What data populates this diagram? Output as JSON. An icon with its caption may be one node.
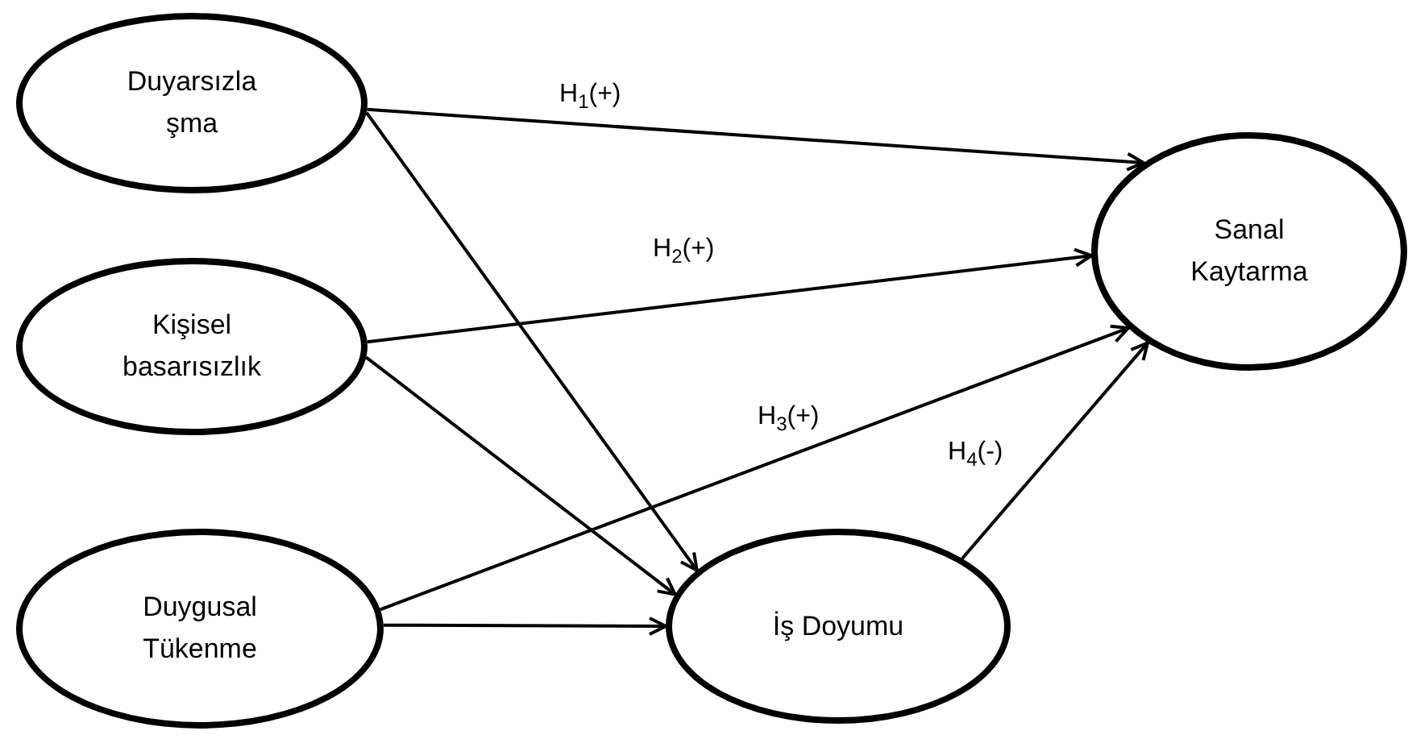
{
  "diagram": {
    "nodes": [
      {
        "text": [
          "Duyarsızla şma"
        ]
      },
      {
        "text": [
          "Kişisel basarısızlık"
        ]
      },
      {
        "text": [
          "Duygusal Tükenme"
        ]
      },
      {
        "text": [
          "Sanal Kaytarma"
        ]
      },
      {
        "text": [
          "İş Doyumu"
        ]
      }
    ],
    "edges": [
      {
        "from": 0,
        "to": 3,
        "arrow": "to",
        "label": "H$_{1}$(+)"
      },
      {
        "from": 1,
        "to": 3,
        "arrow": "to",
        "label": "H$_{2}$(+)"
      },
      {
        "from": 2,
        "to": 3,
        "arrow": "to",
        "label": "H$_{3}$(+)"
      },
      {
        "from": 4,
        "to": 3,
        "arrow": "to",
        "label": "H$_{4}$(-)"
      },
      {
        "from": 0,
        "to": 4,
        "arrow": "to"
      },
      {
        "from": 1,
        "to": 4,
        "arrow": "to"
      },
      {
        "from": 2,
        "to": 4,
        "arrow": "to"
      }
    ]
  }
}
